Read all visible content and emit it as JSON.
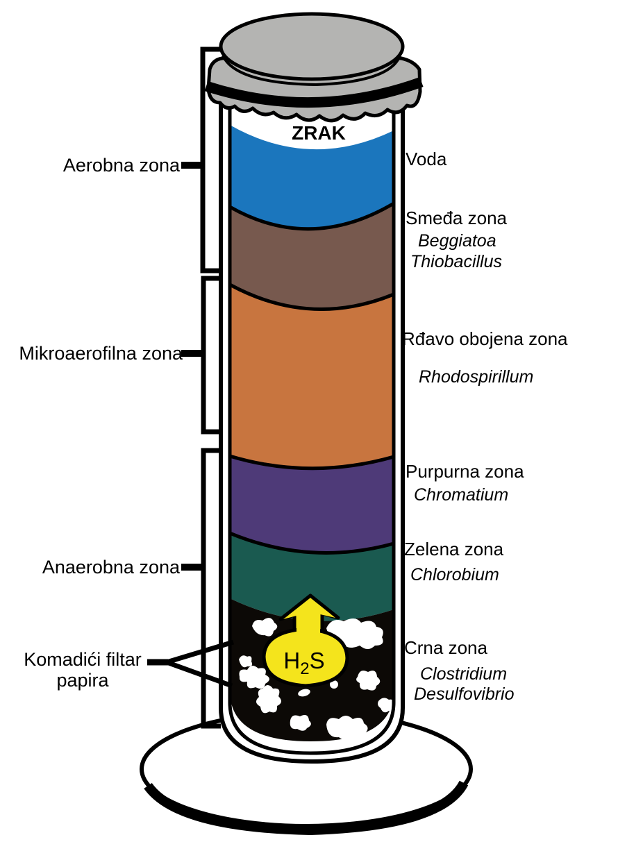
{
  "column": {
    "air_label": "ZRAK",
    "h2s": {
      "main": "H",
      "sub": "2",
      "tail": "S"
    }
  },
  "left_labels": {
    "aerobic": "Aerobna zona",
    "microaerophilic": "Mikroaerofilna zona",
    "anaerobic": "Anaerobna zona",
    "filter_paper_line1": "Komadići filtar",
    "filter_paper_line2": "papira"
  },
  "right_labels": {
    "water": "Voda",
    "brown_zone": "Smeđa zona",
    "brown_organism1": "Beggiatoa",
    "brown_organism2": "Thiobacillus",
    "rust_zone": "Rđavo obojena zona",
    "rust_organism": "Rhodospirillum",
    "purple_zone": "Purpurna zona",
    "purple_organism": "Chromatium",
    "green_zone": "Zelena zona",
    "green_organism": "Chlorobium",
    "black_zone": "Crna zona",
    "black_organism1": "Clostridium",
    "black_organism2": "Desulfovibrio"
  },
  "colors": {
    "water_blue": "#1b76bd",
    "brown_zone": "#77594e",
    "rust_zone": "#c8753f",
    "purple_zone": "#4e3a78",
    "green_zone": "#1a5a50",
    "black_zone": "#0c0906",
    "h2s_yellow": "#f4e41c",
    "cap_gray": "#b4b4b2",
    "outline": "#000000",
    "paper_white": "#ffffff"
  }
}
